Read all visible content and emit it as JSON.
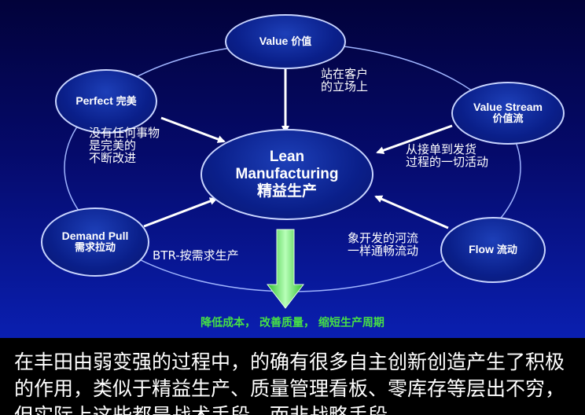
{
  "diagram": {
    "center": {
      "line1": "Lean",
      "line2": "Manufacturing",
      "line3": "精益生产"
    },
    "nodes": {
      "value": {
        "en": "Value",
        "cn": "价值"
      },
      "value_stream": {
        "en": "Value Stream",
        "cn": "价值流"
      },
      "flow": {
        "en": "Flow",
        "cn": "流动"
      },
      "demand_pull": {
        "en": "Demand Pull",
        "cn": "需求拉动"
      },
      "perfect": {
        "en": "Perfect",
        "cn": "完美"
      }
    },
    "captions": {
      "value": [
        "站在客户",
        "的立场上"
      ],
      "value_stream": [
        "从接单到发货",
        "过程的一切活动"
      ],
      "flow": [
        "象开发的河流",
        "一样通畅流动"
      ],
      "demand_pull": "BTR-按需求生产",
      "perfect": [
        "没有任何事物",
        "是完美的",
        "不断改进"
      ]
    },
    "goal": "降低成本， 改善质量， 缩短生产周期"
  },
  "body_text": "在丰田由弱变强的过程中，的确有很多自主创新创造产生了积极的作用，类似于精益生产、质量管理看板、零库存等层出不穷，但实际上这些都是战术手段，而非战略手段。",
  "colors": {
    "arrow": "#ffffff",
    "big_arrow": "#44e044",
    "goal_text": "#46e046"
  }
}
